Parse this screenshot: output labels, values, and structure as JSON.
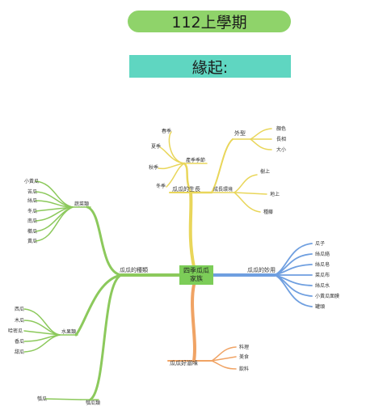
{
  "title": "112上學期",
  "subtitle": "緣起:",
  "center": {
    "line1": "四季瓜瓜",
    "line2": "家族"
  },
  "branches": {
    "growth": {
      "label": "瓜瓜的生長",
      "color": "#e9d65a"
    },
    "kinds": {
      "label": "瓜瓜的種類",
      "color": "#8cc95c"
    },
    "purpose": {
      "label": "瓜瓜的妙用",
      "color": "#6f9fe0"
    },
    "taste": {
      "label": "瓜瓜好滋味",
      "color": "#f0a364"
    }
  },
  "growth": {
    "season": {
      "label": "產季季節",
      "items": [
        "春季",
        "夏季",
        "秋季",
        "冬季"
      ]
    },
    "env": {
      "label": "成長環境",
      "shape": {
        "label": "外型",
        "items": [
          "顏色",
          "長相",
          "大小"
        ]
      },
      "places": [
        "樹上",
        "地上",
        "種藤"
      ]
    }
  },
  "kinds": {
    "vegetable": {
      "label": "蔬菜類",
      "items": [
        "小黃瓜",
        "苦瓜",
        "絲瓜",
        "冬瓜",
        "南瓜",
        "櫛瓜",
        "黃瓜"
      ]
    },
    "fruit": {
      "label": "水果類",
      "items": [
        "西瓜",
        "木瓜",
        "哈密瓜",
        "香瓜",
        "甜瓜"
      ]
    },
    "other": {
      "label": "瓠瓜類",
      "items": [
        "瓠瓜"
      ]
    }
  },
  "purpose": {
    "items": [
      "瓜子",
      "絲瓜絡",
      "絲瓜皂",
      "菜瓜布",
      "絲瓜水",
      "小黃瓜面膜",
      "罐頭"
    ]
  },
  "taste": {
    "items": [
      "料理",
      "美食",
      "飲料"
    ]
  }
}
